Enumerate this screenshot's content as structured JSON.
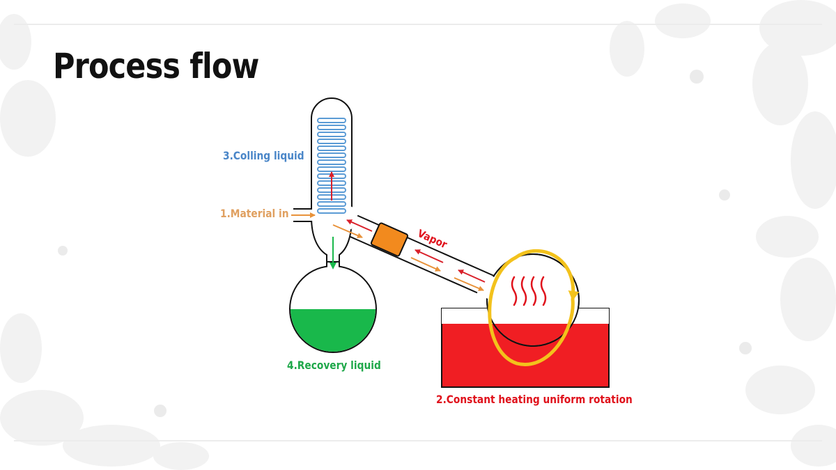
{
  "title": "Process flow",
  "labels": {
    "cooling": "3.Colling liquid",
    "material": "1.Material in",
    "recovery": "4.Recovery liquid",
    "heating": "2.Constant heating uniform rotation",
    "vapor": "Vapor"
  },
  "colors": {
    "cooling": "#4a86c8",
    "material": "#e0a060",
    "recovery": "#1fa84a",
    "heating": "#e0121c",
    "vapor": "#e0121c",
    "coil": "#5b9bd5",
    "bath": "#f01e23",
    "liquid": "#19b84b",
    "rotation": "#f3c21c",
    "joint": "#f28a1e",
    "arrow_orange": "#e8923a",
    "arrow_red": "#d9202a"
  },
  "icons": [
    "condenser-icon",
    "flask-icon",
    "water-bath-icon",
    "heat-wave-icon",
    "rotation-arrow-icon"
  ]
}
